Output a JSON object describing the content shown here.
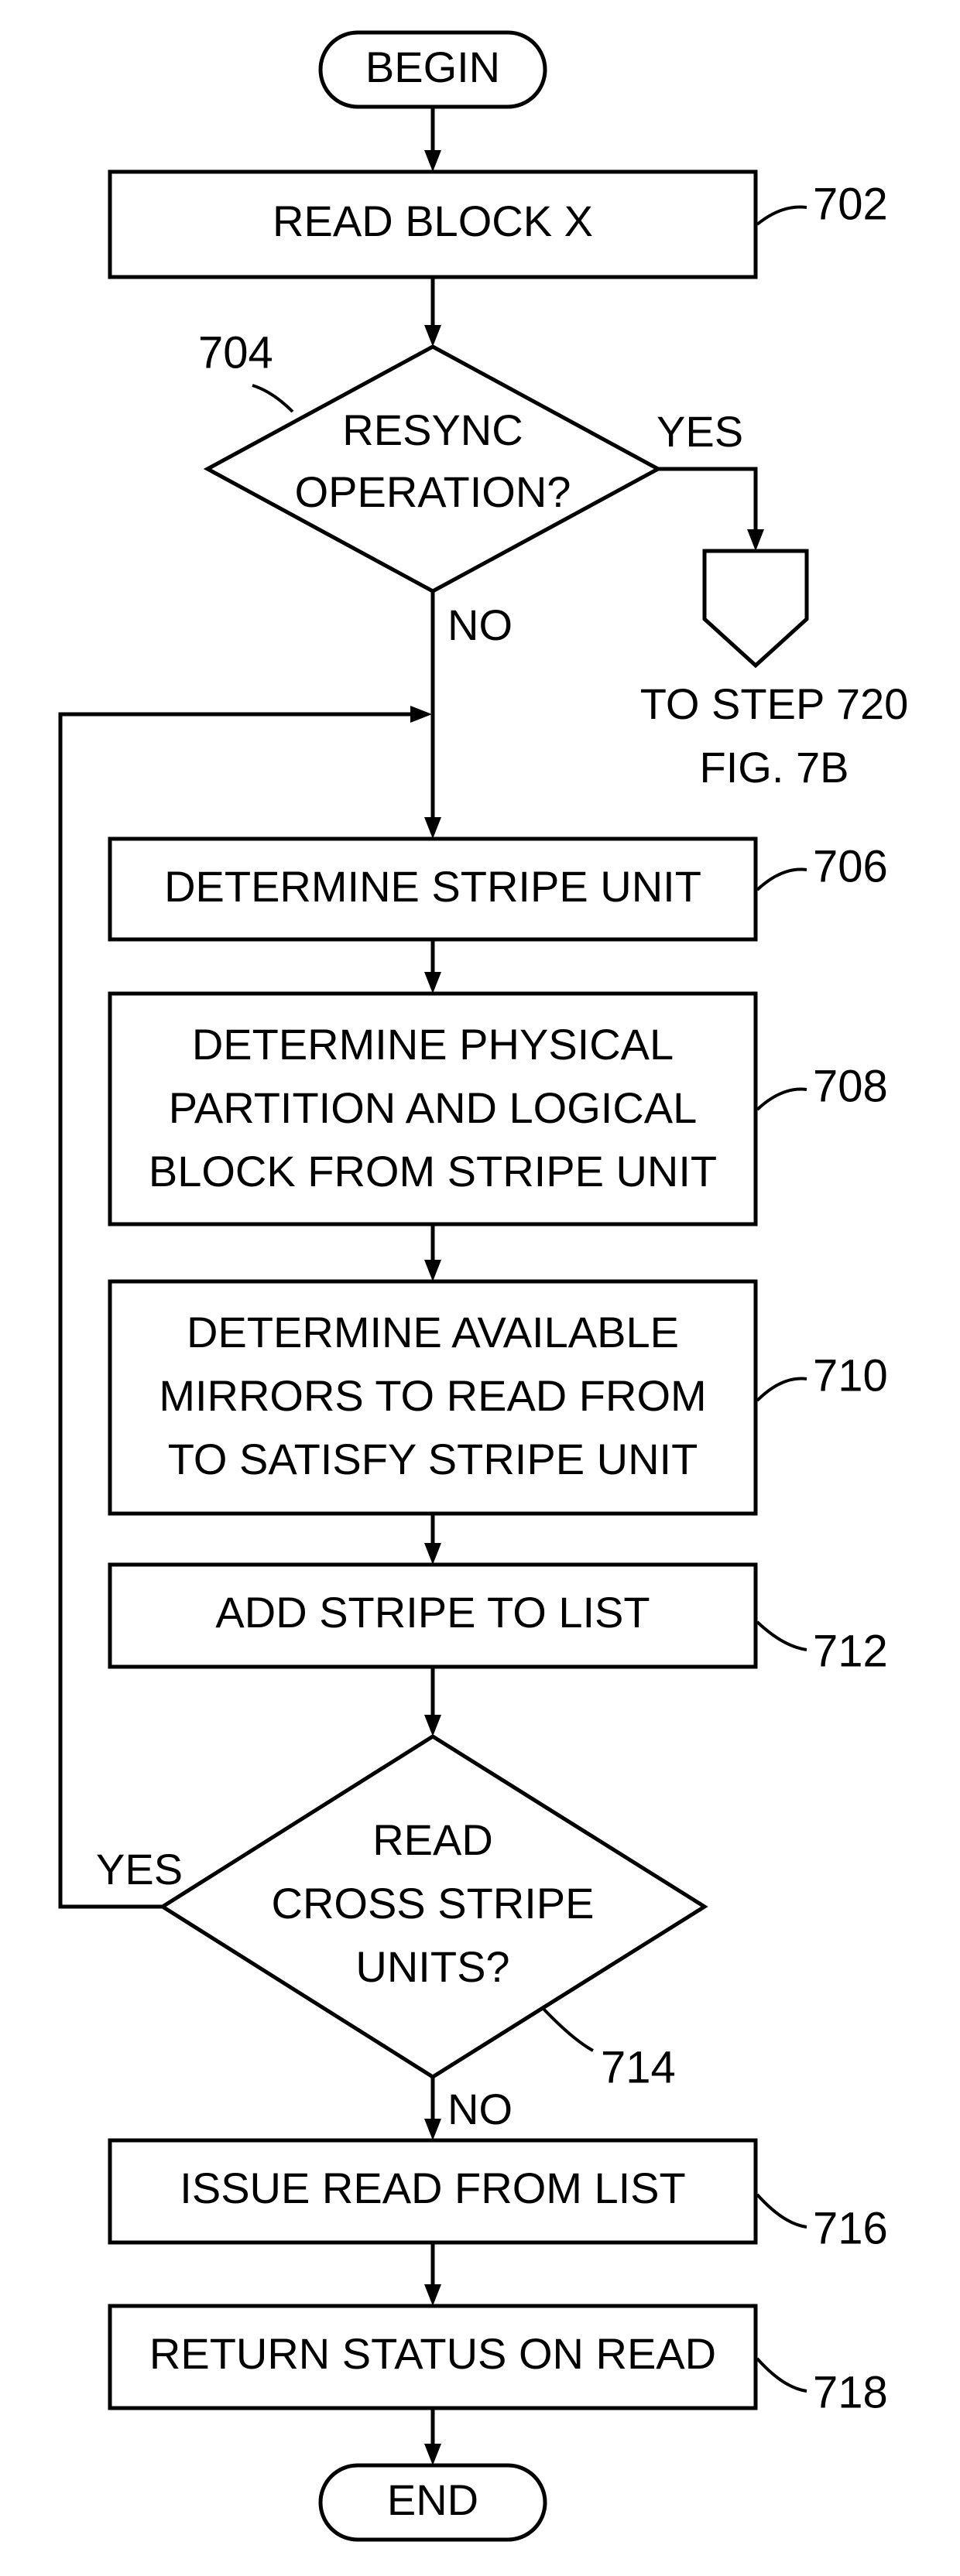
{
  "flowchart": {
    "begin": "BEGIN",
    "end": "END",
    "steps": {
      "s702": {
        "lines": [
          "READ BLOCK X"
        ],
        "ref": "702"
      },
      "s704": {
        "lines": [
          "RESYNC",
          "OPERATION?"
        ],
        "ref": "704",
        "yes": "YES",
        "no": "NO"
      },
      "s706": {
        "lines": [
          "DETERMINE STRIPE UNIT"
        ],
        "ref": "706"
      },
      "s708": {
        "lines": [
          "DETERMINE PHYSICAL",
          "PARTITION AND LOGICAL",
          "BLOCK FROM STRIPE UNIT"
        ],
        "ref": "708"
      },
      "s710": {
        "lines": [
          "DETERMINE AVAILABLE",
          "MIRRORS TO READ FROM",
          "TO SATISFY STRIPE UNIT"
        ],
        "ref": "710"
      },
      "s712": {
        "lines": [
          "ADD STRIPE TO LIST"
        ],
        "ref": "712"
      },
      "s714": {
        "lines": [
          "READ",
          "CROSS STRIPE",
          "UNITS?"
        ],
        "ref": "714",
        "yes": "YES",
        "no": "NO"
      },
      "s716": {
        "lines": [
          "ISSUE READ FROM LIST"
        ],
        "ref": "716"
      },
      "s718": {
        "lines": [
          "RETURN STATUS ON READ"
        ],
        "ref": "718"
      }
    },
    "offpage": {
      "lines": [
        "TO STEP 720",
        "FIG. 7B"
      ]
    }
  }
}
